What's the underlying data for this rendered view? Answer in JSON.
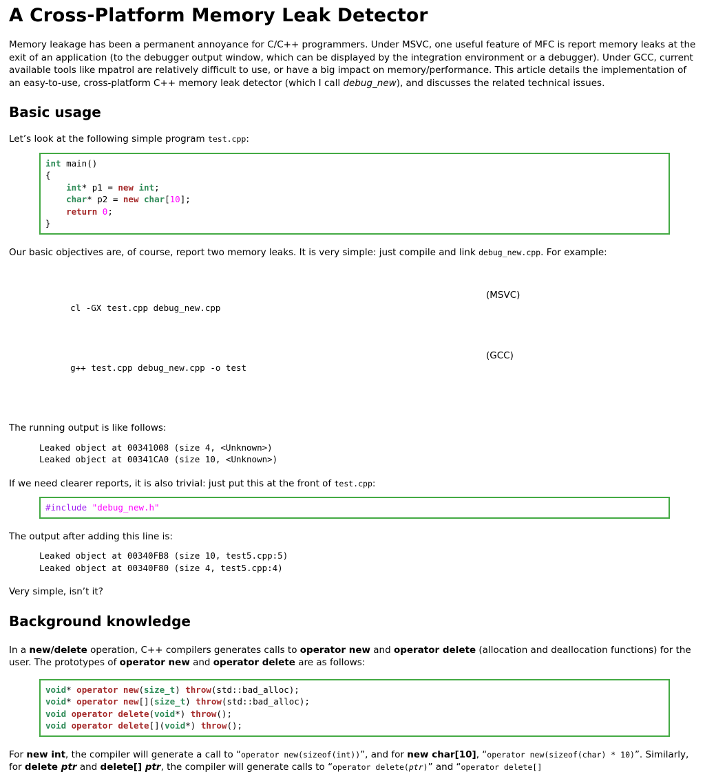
{
  "colors": {
    "code_border": "#44aa44",
    "keyword": "#a52a2a",
    "type": "#2e8b57",
    "number": "#ff00ff",
    "preproc": "#a020f0",
    "string": "#ff00ff"
  },
  "article": {
    "title": "A Cross-Platform Memory Leak Detector",
    "intro_segments": [
      {
        "t": "Memory leakage has been a permanent annoyance for C/C++ programmers. Under MSVC, one useful feature of MFC is report memory leaks at the exit of an application (to the debugger output window, which can be displayed by the integration environment or a debugger). Under GCC, current available tools like mpatrol are relatively difficult to use, or have a big impact on memory/performance. This article details the implementation of an easy-to-use, cross-platform C++ memory leak detector (which I call "
      },
      {
        "s": "i",
        "t": "debug_new"
      },
      {
        "t": "), and discusses the related technical issues."
      }
    ],
    "basic_usage": {
      "heading": "Basic usage",
      "lets_look_segments": [
        {
          "t": "Let’s look at the following simple program "
        },
        {
          "s": "code",
          "t": "test.cpp"
        },
        {
          "t": ":"
        }
      ],
      "code_test_cpp": {
        "lines": [
          [
            {
              "s": "type",
              "t": "int"
            },
            {
              "t": " main()"
            }
          ],
          [
            {
              "t": "{"
            }
          ],
          [
            {
              "t": "    "
            },
            {
              "s": "type",
              "t": "int"
            },
            {
              "t": "* p1 = "
            },
            {
              "s": "kw",
              "t": "new"
            },
            {
              "t": " "
            },
            {
              "s": "type",
              "t": "int"
            },
            {
              "t": ";"
            }
          ],
          [
            {
              "t": "    "
            },
            {
              "s": "type",
              "t": "char"
            },
            {
              "t": "* p2 = "
            },
            {
              "s": "kw",
              "t": "new"
            },
            {
              "t": " "
            },
            {
              "s": "type",
              "t": "char"
            },
            {
              "t": "["
            },
            {
              "s": "num",
              "t": "10"
            },
            {
              "t": "];"
            }
          ],
          [
            {
              "t": "    "
            },
            {
              "s": "kw",
              "t": "return"
            },
            {
              "t": " "
            },
            {
              "s": "num",
              "t": "0"
            },
            {
              "t": ";"
            }
          ],
          [
            {
              "t": "}"
            }
          ]
        ]
      },
      "objectives_segments": [
        {
          "t": "Our basic objectives are, of course, report two memory leaks. It is very simple: just compile and link "
        },
        {
          "s": "code",
          "t": "debug_new.cpp"
        },
        {
          "t": ". For example:"
        }
      ],
      "compile_lines": [
        {
          "cmd": "cl -GX test.cpp debug_new.cpp",
          "label": "(MSVC)"
        },
        {
          "cmd": "g++ test.cpp debug_new.cpp -o test",
          "label": "(GCC)"
        }
      ],
      "running_output_label": "The running output is like follows:",
      "output_lines_1": [
        "Leaked object at 00341008 (size 4, <Unknown>)",
        "Leaked object at 00341CA0 (size 10, <Unknown>)"
      ],
      "clearer_segments": [
        {
          "t": "If we need clearer reports, it is also trivial: just put this at the front of "
        },
        {
          "s": "code",
          "t": "test.cpp"
        },
        {
          "t": ":"
        }
      ],
      "code_include": {
        "lines": [
          [
            {
              "s": "pp",
              "t": "#include"
            },
            {
              "t": " "
            },
            {
              "s": "str",
              "t": "\"debug_new.h\""
            }
          ]
        ]
      },
      "after_label": "The output after adding this line is:",
      "output_lines_2": [
        "Leaked object at 00340FB8 (size 10, test5.cpp:5)",
        "Leaked object at 00340F80 (size 4, test5.cpp:4)"
      ],
      "very_simple": "Very simple, isn’t it?"
    },
    "background": {
      "heading": "Background knowledge",
      "intro_segments": [
        {
          "t": "In a "
        },
        {
          "s": "b",
          "t": "new/delete"
        },
        {
          "t": " operation, C++ compilers generates calls to "
        },
        {
          "s": "b",
          "t": "operator new"
        },
        {
          "t": " and "
        },
        {
          "s": "b",
          "t": "operator delete"
        },
        {
          "t": " (allocation and deallocation functions) for the user. The prototypes of "
        },
        {
          "s": "b",
          "t": "operator new"
        },
        {
          "t": " and "
        },
        {
          "s": "b",
          "t": "operator delete"
        },
        {
          "t": " are as follows:"
        }
      ],
      "code_prototypes": {
        "lines": [
          [
            {
              "s": "type",
              "t": "void"
            },
            {
              "t": "* "
            },
            {
              "s": "kw",
              "t": "operator"
            },
            {
              "t": " "
            },
            {
              "s": "kw",
              "t": "new"
            },
            {
              "t": "("
            },
            {
              "s": "type",
              "t": "size_t"
            },
            {
              "t": ") "
            },
            {
              "s": "kw",
              "t": "throw"
            },
            {
              "t": "(std::bad_alloc);"
            }
          ],
          [
            {
              "s": "type",
              "t": "void"
            },
            {
              "t": "* "
            },
            {
              "s": "kw",
              "t": "operator"
            },
            {
              "t": " "
            },
            {
              "s": "kw",
              "t": "new"
            },
            {
              "t": "[]("
            },
            {
              "s": "type",
              "t": "size_t"
            },
            {
              "t": ") "
            },
            {
              "s": "kw",
              "t": "throw"
            },
            {
              "t": "(std::bad_alloc);"
            }
          ],
          [
            {
              "s": "type",
              "t": "void"
            },
            {
              "t": " "
            },
            {
              "s": "kw",
              "t": "operator"
            },
            {
              "t": " "
            },
            {
              "s": "kw",
              "t": "delete"
            },
            {
              "t": "("
            },
            {
              "s": "type",
              "t": "void"
            },
            {
              "t": "*) "
            },
            {
              "s": "kw",
              "t": "throw"
            },
            {
              "t": "();"
            }
          ],
          [
            {
              "s": "type",
              "t": "void"
            },
            {
              "t": " "
            },
            {
              "s": "kw",
              "t": "operator"
            },
            {
              "t": " "
            },
            {
              "s": "kw",
              "t": "delete"
            },
            {
              "t": "[]("
            },
            {
              "s": "type",
              "t": "void"
            },
            {
              "t": "*) "
            },
            {
              "s": "kw",
              "t": "throw"
            },
            {
              "t": "();"
            }
          ]
        ]
      },
      "final_segments": [
        {
          "t": "For "
        },
        {
          "s": "b",
          "t": "new int"
        },
        {
          "t": ", the compiler will generate a call to “"
        },
        {
          "s": "code",
          "t": "operator new(sizeof(int))"
        },
        {
          "t": "”, and for "
        },
        {
          "s": "b",
          "t": "new char[10]"
        },
        {
          "t": ", “"
        },
        {
          "s": "code",
          "t": "operator new(sizeof(char) * 10)"
        },
        {
          "t": "”. Similarly, for "
        },
        {
          "s": "b",
          "t": "delete "
        },
        {
          "s": "bi",
          "t": "ptr"
        },
        {
          "t": " and "
        },
        {
          "s": "b",
          "t": "delete[] "
        },
        {
          "s": "bi",
          "t": "ptr"
        },
        {
          "t": ", the compiler will generate calls to “"
        },
        {
          "s": "code",
          "t": "operator delete("
        },
        {
          "s": "codei",
          "t": "ptr"
        },
        {
          "s": "code",
          "t": ")"
        },
        {
          "t": "” and “"
        },
        {
          "s": "code",
          "t": "operator delete[]"
        }
      ]
    }
  }
}
